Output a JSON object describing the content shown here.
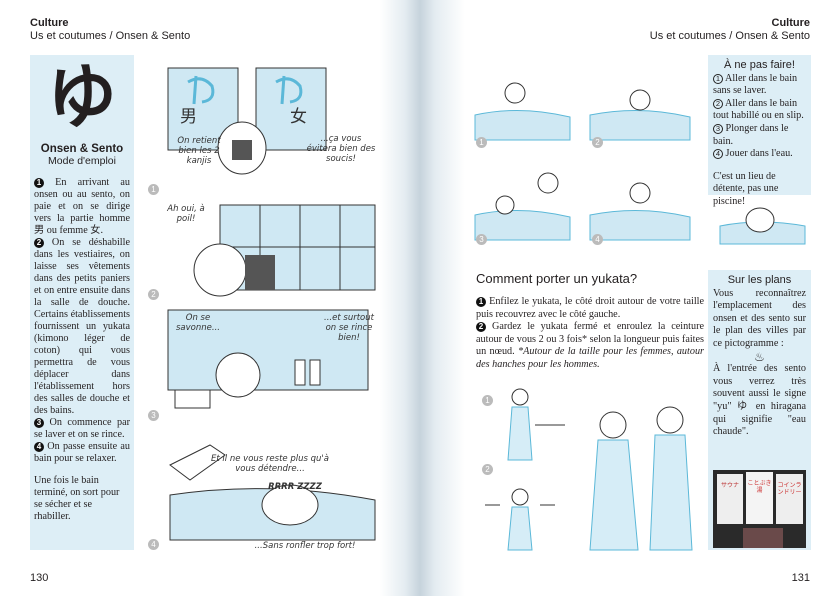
{
  "left_page": {
    "section": "Culture",
    "breadcrumb": "Us et coutumes / Onsen & Sento",
    "page_number": "130",
    "sidebar": {
      "kana": "ゆ",
      "title": "Onsen & Sento",
      "subtitle": "Mode d'emploi",
      "steps": [
        {
          "n": "1",
          "text": "En arrivant au onsen ou au sento, on paie et on se dirige vers la partie homme 男 ou femme 女."
        },
        {
          "n": "2",
          "text": "On se déshabille dans les vestiaires, on laisse ses vêtements dans des petits paniers et on entre ensuite dans la salle de douche. Certains établissements fournissent un yukata (kimono léger de coton) qui vous permettra de vous déplacer dans l'établissement hors des salles de douche et des bains."
        },
        {
          "n": "3",
          "text": "On commence par se laver et on se rince."
        },
        {
          "n": "4",
          "text": "On passe ensuite au bain pour se relaxer."
        }
      ],
      "closing": "Une fois le bain terminé, on sort pour se sécher et se rhabiller."
    },
    "comic": [
      {
        "n": "1",
        "kanji_men": "男",
        "kanji_women": "女",
        "bubble_left": "On retient bien les 2 kanjis",
        "bubble_right": "...ça vous évitera bien des soucis!"
      },
      {
        "n": "2",
        "bubble": "Ah oui, à poil!"
      },
      {
        "n": "3",
        "bubble_left": "On se savonne...",
        "bubble_right": "...et surtout on se rince bien!"
      },
      {
        "n": "4",
        "bubble": "Et il ne vous reste plus qu'à vous détendre...",
        "snore": "RRRR ZZZZ",
        "caption": "...Sans ronfler trop fort!"
      }
    ]
  },
  "right_page": {
    "section": "Culture",
    "breadcrumb": "Us et coutumes / Onsen & Sento",
    "page_number": "131",
    "panel_numbers": [
      "1",
      "2",
      "3",
      "4"
    ],
    "yukata": {
      "title": "Comment porter un yukata?",
      "steps": [
        {
          "n": "1",
          "text": "Enfilez le yukata, le côté droit autour de votre taille puis recouvrez avec le côté gauche."
        },
        {
          "n": "2",
          "text": "Gardez le yukata fermé et enroulez la ceinture autour de vous 2 ou 3 fois* selon la longueur puis faites un nœud.",
          "note": "*Autour de la taille pour les femmes, autour des hanches pour les hommes."
        }
      ],
      "figure_numbers": [
        "1",
        "2"
      ]
    },
    "dont_box": {
      "title": "À ne pas faire!",
      "items": [
        {
          "n": "1",
          "text": "Aller dans le bain sans se laver."
        },
        {
          "n": "2",
          "text": "Aller dans le bain tout habillé ou en slip."
        },
        {
          "n": "3",
          "text": "Plonger dans le bain."
        },
        {
          "n": "4",
          "text": "Jouer dans l'eau."
        }
      ],
      "closing": "C'est un lieu de détente, pas une piscine!"
    },
    "plans_box": {
      "title": "Sur les plans",
      "text1": "Vous reconnaîtrez l'emplacement des onsen et des sento sur le plan des villes par ce pictogramme :",
      "pictogram": "♨",
      "text2": "À l'entrée des sento vous verrez très souvent aussi le signe \"yu\" ゆ en hiragana qui signifie \"eau chaude\".",
      "photo_sign": [
        "サウナ",
        "ことぶき湯",
        "コインランドリー"
      ]
    }
  },
  "colors": {
    "sidebar_bg": "#ddeef6",
    "accent_blue": "#5bb8d8",
    "ink": "#231f20"
  }
}
